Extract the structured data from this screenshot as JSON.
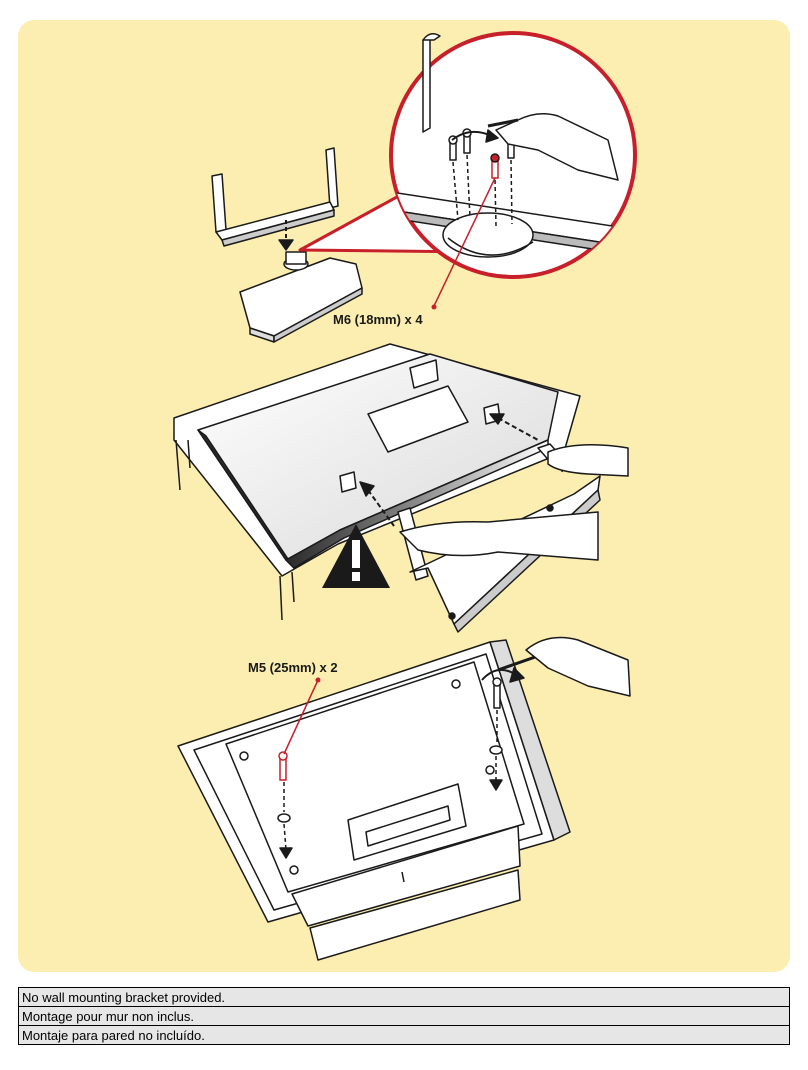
{
  "callouts": {
    "m6": "M6 (18mm) x 4",
    "m5": "M5 (25mm) x 2"
  },
  "notice": {
    "lines": [
      "No wall mounting bracket provided.",
      "Montage pour mur non inclus.",
      "Montaje para pared no incluído."
    ]
  },
  "icons": [
    "warning-icon",
    "allen-key-icon",
    "screw-icon",
    "rotation-arrow-icon",
    "hand-icon"
  ],
  "colors": {
    "panel_background": "#fbeeb0",
    "callout_red": "#c8202a",
    "line_art": "#1a1a1a",
    "notice_background": "#e6e6e6"
  }
}
